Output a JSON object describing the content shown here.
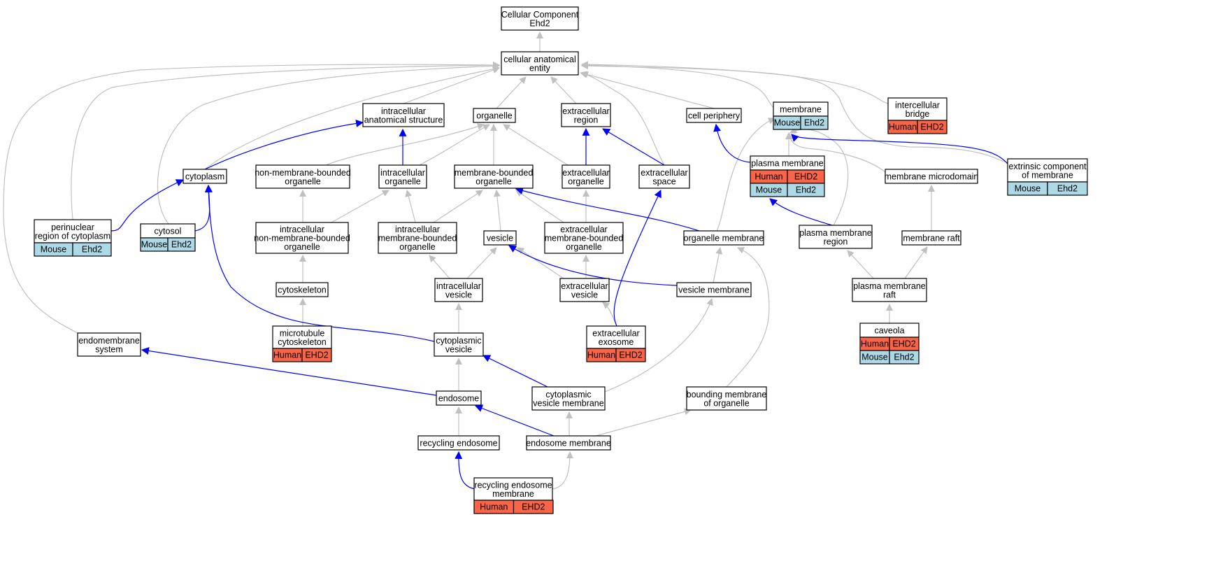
{
  "colors": {
    "isa_edge": "#c0c0c0",
    "partof_edge": "#0000ff",
    "human_badge": "#fa6448",
    "mouse_badge": "#add8e6",
    "node_fill": "#ffffff",
    "node_stroke": "#000000"
  },
  "nodes": [
    {
      "id": "root",
      "lines": [
        "Cellular Component",
        "Ehd2"
      ]
    },
    {
      "id": "cae",
      "lines": [
        "cellular anatomical",
        "entity"
      ]
    },
    {
      "id": "ias",
      "lines": [
        "intracellular",
        "anatomical structure"
      ]
    },
    {
      "id": "organelle",
      "lines": [
        "organelle"
      ]
    },
    {
      "id": "ecr",
      "lines": [
        "extracellular",
        "region"
      ]
    },
    {
      "id": "cellperiph",
      "lines": [
        "cell periphery"
      ]
    },
    {
      "id": "membrane",
      "lines": [
        "membrane"
      ],
      "badges": [
        [
          "Mouse",
          "Ehd2"
        ]
      ]
    },
    {
      "id": "icbridge",
      "lines": [
        "intercellular",
        "bridge"
      ],
      "badges": [
        [
          "Human",
          "EHD2"
        ]
      ]
    },
    {
      "id": "cytoplasm",
      "lines": [
        "cytoplasm"
      ]
    },
    {
      "id": "nmbo",
      "lines": [
        "non-membrane-bounded",
        "organelle"
      ]
    },
    {
      "id": "io",
      "lines": [
        "intracellular",
        "organelle"
      ]
    },
    {
      "id": "mbo",
      "lines": [
        "membrane-bounded",
        "organelle"
      ]
    },
    {
      "id": "eco",
      "lines": [
        "extracellular",
        "organelle"
      ]
    },
    {
      "id": "ecs",
      "lines": [
        "extracellular",
        "space"
      ]
    },
    {
      "id": "pm",
      "lines": [
        "plasma membrane"
      ],
      "badges": [
        [
          "Human",
          "EHD2"
        ],
        [
          "Mouse",
          "Ehd2"
        ]
      ]
    },
    {
      "id": "mmd",
      "lines": [
        "membrane microdomain"
      ]
    },
    {
      "id": "ecm",
      "lines": [
        "extrinsic component",
        "of membrane"
      ],
      "badges": [
        [
          "Mouse",
          "Ehd2"
        ]
      ]
    },
    {
      "id": "prc",
      "lines": [
        "perinuclear",
        "region of cytoplasm"
      ],
      "badges": [
        [
          "Mouse",
          "Ehd2"
        ]
      ]
    },
    {
      "id": "cytosol",
      "lines": [
        "cytosol"
      ],
      "badges": [
        [
          "Mouse",
          "Ehd2"
        ]
      ]
    },
    {
      "id": "inmbo",
      "lines": [
        "intracellular",
        "non-membrane-bounded",
        "organelle"
      ]
    },
    {
      "id": "imbo",
      "lines": [
        "intracellular",
        "membrane-bounded",
        "organelle"
      ]
    },
    {
      "id": "vesicle",
      "lines": [
        "vesicle"
      ]
    },
    {
      "id": "ecmbo",
      "lines": [
        "extracellular",
        "membrane-bounded",
        "organelle"
      ]
    },
    {
      "id": "om",
      "lines": [
        "organelle membrane"
      ]
    },
    {
      "id": "pmr",
      "lines": [
        "plasma membrane",
        "region"
      ]
    },
    {
      "id": "mraft",
      "lines": [
        "membrane raft"
      ]
    },
    {
      "id": "cytoskel",
      "lines": [
        "cytoskeleton"
      ]
    },
    {
      "id": "iv",
      "lines": [
        "intracellular",
        "vesicle"
      ]
    },
    {
      "id": "ecv",
      "lines": [
        "extracellular",
        "vesicle"
      ]
    },
    {
      "id": "vm",
      "lines": [
        "vesicle membrane"
      ]
    },
    {
      "id": "pmraft",
      "lines": [
        "plasma membrane",
        "raft"
      ]
    },
    {
      "id": "ems",
      "lines": [
        "endomembrane",
        "system"
      ]
    },
    {
      "id": "mtcs",
      "lines": [
        "microtubule",
        "cytoskeleton"
      ],
      "badges": [
        [
          "Human",
          "EHD2"
        ]
      ]
    },
    {
      "id": "cv",
      "lines": [
        "cytoplasmic",
        "vesicle"
      ]
    },
    {
      "id": "exo",
      "lines": [
        "extracellular",
        "exosome"
      ],
      "badges": [
        [
          "Human",
          "EHD2"
        ]
      ]
    },
    {
      "id": "caveola",
      "lines": [
        "caveola"
      ],
      "badges": [
        [
          "Human",
          "EHD2"
        ],
        [
          "Mouse",
          "Ehd2"
        ]
      ]
    },
    {
      "id": "endosome",
      "lines": [
        "endosome"
      ]
    },
    {
      "id": "cvm",
      "lines": [
        "cytoplasmic",
        "vesicle membrane"
      ]
    },
    {
      "id": "bmo",
      "lines": [
        "bounding membrane",
        "of organelle"
      ]
    },
    {
      "id": "re",
      "lines": [
        "recycling endosome"
      ]
    },
    {
      "id": "em",
      "lines": [
        "endosome membrane"
      ]
    },
    {
      "id": "rem",
      "lines": [
        "recycling endosome",
        "membrane"
      ],
      "badges": [
        [
          "Human",
          "EHD2"
        ]
      ]
    }
  ]
}
